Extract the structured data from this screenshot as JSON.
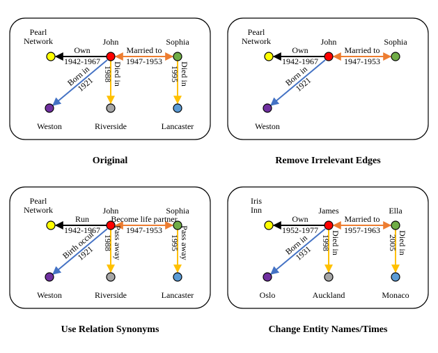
{
  "colors": {
    "edge_black": "#000000",
    "edge_orange": "#ED7D31",
    "edge_blue": "#4472C4",
    "edge_yellow": "#FFC000",
    "node_yellow": "#FFFF00",
    "node_red": "#FF0000",
    "node_green": "#70AD47",
    "node_purple": "#7030A0",
    "node_gray": "#A6A6A6",
    "node_blue": "#5B9BD5"
  },
  "panels": [
    {
      "caption": "Original",
      "entities": {
        "org": [
          "Pearl",
          "Network"
        ],
        "person": "John",
        "spouse": "Sophia",
        "birth_place": "Weston",
        "death_place": "Riverside",
        "spouse_death_place": "Lancaster"
      },
      "edges": {
        "own": [
          "Own",
          "1942-1967"
        ],
        "married": [
          "Married to",
          "1947-1953"
        ],
        "born": [
          "Born in",
          "1921"
        ],
        "died": [
          "Died in",
          "1988"
        ],
        "spouse_died": [
          "Died in",
          "1995"
        ]
      },
      "show_died": true
    },
    {
      "caption": "Remove Irrelevant Edges",
      "entities": {
        "org": [
          "Pearl",
          "Network"
        ],
        "person": "John",
        "spouse": "Sophia",
        "birth_place": "Weston",
        "death_place": "",
        "spouse_death_place": ""
      },
      "edges": {
        "own": [
          "Own",
          "1942-1967"
        ],
        "married": [
          "Married to",
          "1947-1953"
        ],
        "born": [
          "Born in",
          "1921"
        ],
        "died": [
          "",
          ""
        ],
        "spouse_died": [
          "",
          ""
        ]
      },
      "show_died": false
    },
    {
      "caption": "Use Relation Synonyms",
      "entities": {
        "org": [
          "Pearl",
          "Network"
        ],
        "person": "John",
        "spouse": "Sophia",
        "birth_place": "Weston",
        "death_place": "Riverside",
        "spouse_death_place": "Lancaster"
      },
      "edges": {
        "own": [
          "Run",
          "1942-1967"
        ],
        "married": [
          "Become life partner",
          "1947-1953"
        ],
        "born": [
          "Birth occur",
          "1921"
        ],
        "died": [
          "Pass away",
          "1988"
        ],
        "spouse_died": [
          "Pass away",
          "1995"
        ]
      },
      "show_died": true
    },
    {
      "caption": "Change Entity Names/Times",
      "entities": {
        "org": [
          "Iris",
          "Inn"
        ],
        "person": "James",
        "spouse": "Ella",
        "birth_place": "Oslo",
        "death_place": "Auckland",
        "spouse_death_place": "Monaco"
      },
      "edges": {
        "own": [
          "Own",
          "1952-1977"
        ],
        "married": [
          "Married to",
          "1957-1963"
        ],
        "born": [
          "Born in",
          "1931"
        ],
        "died": [
          "Died in",
          "1998"
        ],
        "spouse_died": [
          "Died in",
          "2005"
        ]
      },
      "show_died": true
    }
  ]
}
